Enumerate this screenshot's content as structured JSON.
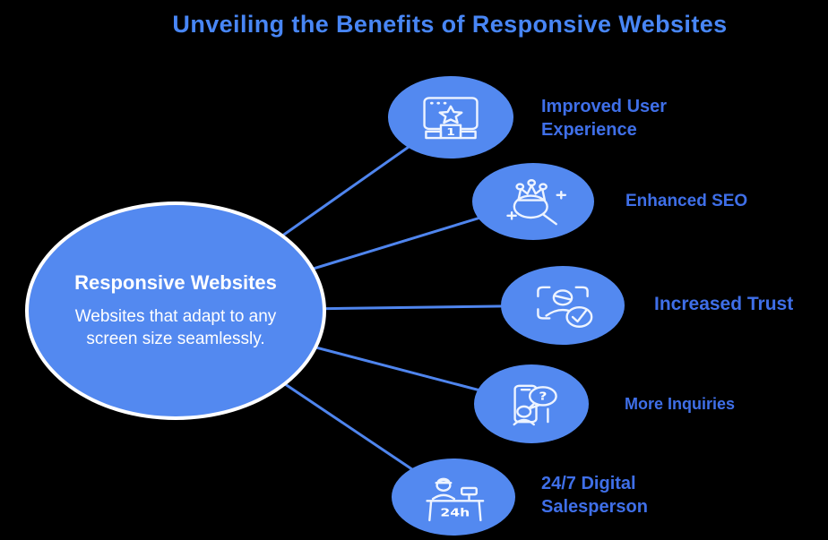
{
  "title": "Unveiling the Benefits of Responsive Websites",
  "colors": {
    "background": "#000000",
    "circle_fill": "#5389f0",
    "connector": "#4f85ee",
    "title_text": "#4886f5",
    "label_text": "#3f6fe8",
    "center_text": "#ffffff",
    "center_border": "#ffffff",
    "icon_stroke": "#eef4ff"
  },
  "center_node": {
    "heading": "Responsive Websites",
    "description": "Websites that adapt to any screen size seamlessly."
  },
  "benefits": [
    {
      "label": "Improved User Experience",
      "icon": "ranking-podium-browser-icon"
    },
    {
      "label": "Enhanced SEO",
      "icon": "crown-magnifier-icon"
    },
    {
      "label": "Increased Trust",
      "icon": "verified-user-icon"
    },
    {
      "label": "More Inquiries",
      "icon": "phone-question-bubble-icon"
    },
    {
      "label": "24/7 Digital Salesperson",
      "icon": "service-desk-24h-icon"
    }
  ],
  "icon_glyphs": {
    "podium_rank": "1",
    "question_mark": "?",
    "desk_hours": "24h"
  }
}
